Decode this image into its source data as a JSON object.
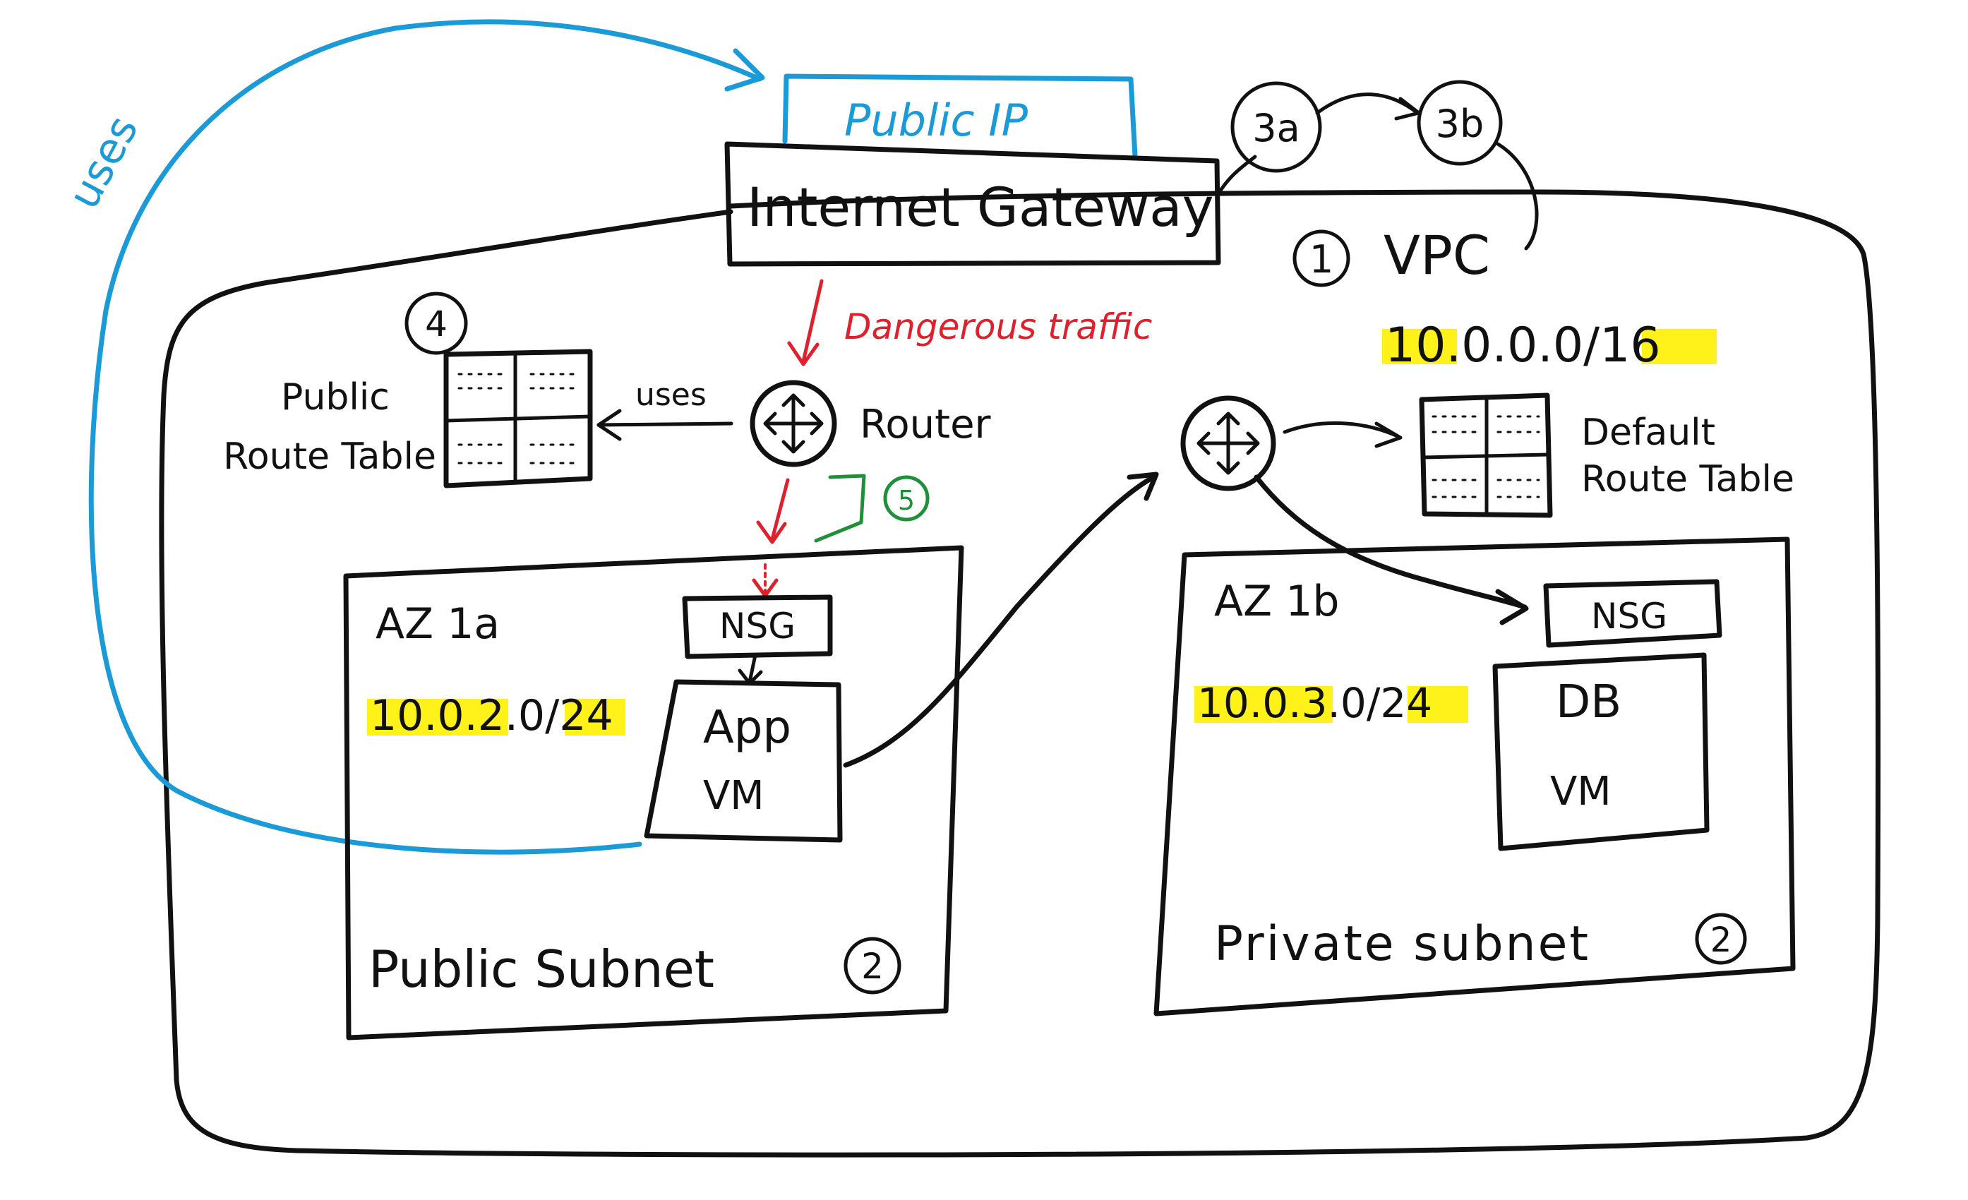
{
  "colors": {
    "ink": "#111111",
    "blue": "#1a9ad6",
    "red": "#e0202c",
    "green": "#1f8f3a",
    "highlight": "#fff21a"
  },
  "labels": {
    "public_ip": "Public IP",
    "internet_gateway": "Internet Gateway",
    "badge_3a": "3a",
    "badge_3b": "3b",
    "badge_1": "1",
    "vpc": "VPC",
    "vpc_cidr": "10.0.0.0/16",
    "dangerous_traffic": "Dangerous traffic",
    "badge_4": "4",
    "public_route_table_line1": "Public",
    "public_route_table_line2": "Route Table",
    "uses_black": "uses",
    "router": "Router",
    "badge_5": "5",
    "uses_blue": "uses",
    "default_route_table_line1": "Default",
    "default_route_table_line2": "Route Table",
    "public_az": "AZ 1a",
    "public_cidr": "10.0.2.0/24",
    "nsg_public": "NSG",
    "app_vm_line1": "App",
    "app_vm_line2": "VM",
    "public_subnet": "Public Subnet",
    "badge_2_public": "2",
    "private_az": "AZ 1b",
    "private_cidr": "10.0.3.0/24",
    "nsg_private": "NSG",
    "db_vm_line1": "DB",
    "db_vm_line2": "VM",
    "private_subnet": "Private subnet",
    "badge_2_private": "2"
  }
}
